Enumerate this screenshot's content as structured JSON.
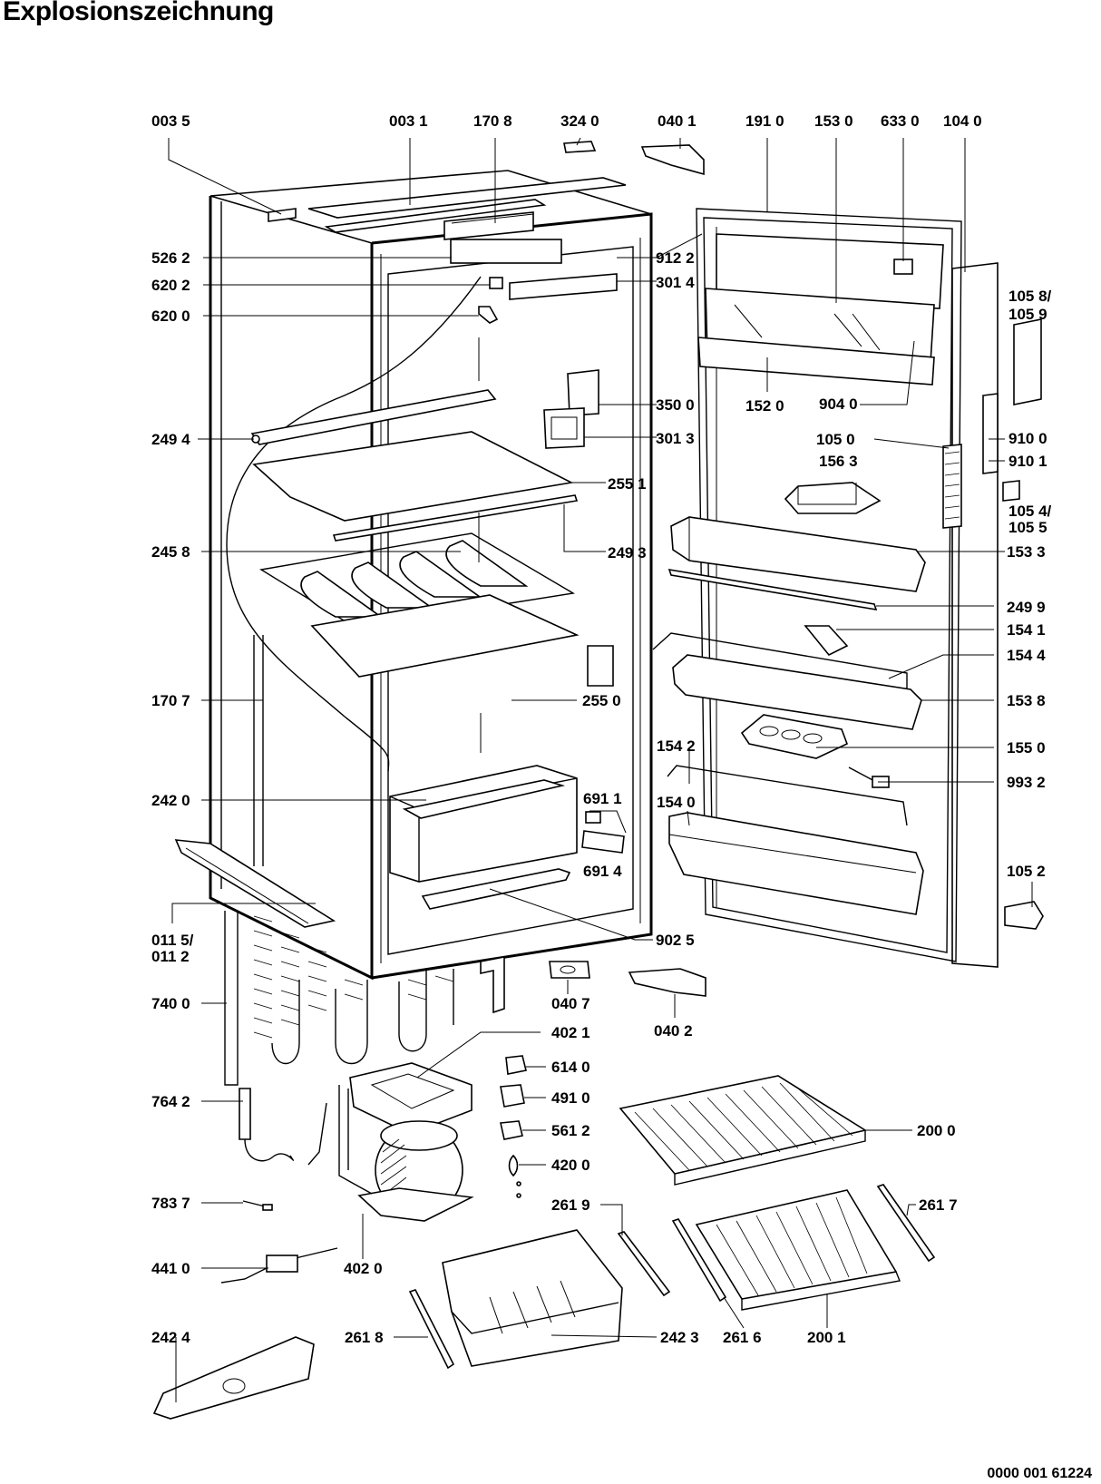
{
  "title": "Explosionszeichnung",
  "document_number": "0000 001 61224",
  "labels": [
    {
      "id": "0035",
      "text": "003 5"
    },
    {
      "id": "0031",
      "text": "003 1"
    },
    {
      "id": "1708",
      "text": "170 8"
    },
    {
      "id": "3240",
      "text": "324 0"
    },
    {
      "id": "0401",
      "text": "040 1"
    },
    {
      "id": "1910",
      "text": "191 0"
    },
    {
      "id": "1530",
      "text": "153 0"
    },
    {
      "id": "6330",
      "text": "633 0"
    },
    {
      "id": "1040",
      "text": "104 0"
    },
    {
      "id": "5262",
      "text": "526 2"
    },
    {
      "id": "9122",
      "text": "912 2"
    },
    {
      "id": "6202",
      "text": "620 2"
    },
    {
      "id": "3014",
      "text": "301 4"
    },
    {
      "id": "6200",
      "text": "620 0"
    },
    {
      "id": "1058",
      "text": "105 8/"
    },
    {
      "id": "1059",
      "text": "105 9"
    },
    {
      "id": "3500",
      "text": "350 0"
    },
    {
      "id": "1520",
      "text": "152 0"
    },
    {
      "id": "9040",
      "text": "904 0"
    },
    {
      "id": "2494",
      "text": "249 4"
    },
    {
      "id": "3013",
      "text": "301 3"
    },
    {
      "id": "1050",
      "text": "105 0"
    },
    {
      "id": "9100",
      "text": "910 0"
    },
    {
      "id": "9101",
      "text": "910 1"
    },
    {
      "id": "1563",
      "text": "156 3"
    },
    {
      "id": "2551",
      "text": "255 1"
    },
    {
      "id": "1054",
      "text": "105 4/"
    },
    {
      "id": "1055",
      "text": "105 5"
    },
    {
      "id": "2458",
      "text": "245 8"
    },
    {
      "id": "2493",
      "text": "249 3"
    },
    {
      "id": "1533",
      "text": "153 3"
    },
    {
      "id": "2499",
      "text": "249 9"
    },
    {
      "id": "1541",
      "text": "154 1"
    },
    {
      "id": "1544",
      "text": "154 4"
    },
    {
      "id": "1707",
      "text": "170 7"
    },
    {
      "id": "2550",
      "text": "255 0"
    },
    {
      "id": "1538",
      "text": "153 8"
    },
    {
      "id": "1542",
      "text": "154 2"
    },
    {
      "id": "1550",
      "text": "155 0"
    },
    {
      "id": "2420",
      "text": "242 0"
    },
    {
      "id": "6911",
      "text": "691 1"
    },
    {
      "id": "9932",
      "text": "993 2"
    },
    {
      "id": "1540",
      "text": "154 0"
    },
    {
      "id": "6914",
      "text": "691 4"
    },
    {
      "id": "1052",
      "text": "105 2"
    },
    {
      "id": "0115",
      "text": "011 5/"
    },
    {
      "id": "0112",
      "text": "011 2"
    },
    {
      "id": "9025",
      "text": "902 5"
    },
    {
      "id": "7400",
      "text": "740 0"
    },
    {
      "id": "0407",
      "text": "040 7"
    },
    {
      "id": "0402",
      "text": "040 2"
    },
    {
      "id": "4021",
      "text": "402 1"
    },
    {
      "id": "6140",
      "text": "614 0"
    },
    {
      "id": "7642",
      "text": "764 2"
    },
    {
      "id": "4910",
      "text": "491 0"
    },
    {
      "id": "5612",
      "text": "561 2"
    },
    {
      "id": "2000",
      "text": "200 0"
    },
    {
      "id": "4200",
      "text": "420 0"
    },
    {
      "id": "7837",
      "text": "783 7"
    },
    {
      "id": "2619",
      "text": "261 9"
    },
    {
      "id": "2617",
      "text": "261 7"
    },
    {
      "id": "4410",
      "text": "441 0"
    },
    {
      "id": "4020",
      "text": "402 0"
    },
    {
      "id": "2424",
      "text": "242 4"
    },
    {
      "id": "2618",
      "text": "261 8"
    },
    {
      "id": "2423",
      "text": "242 3"
    },
    {
      "id": "2616",
      "text": "261 6"
    },
    {
      "id": "2001",
      "text": "200 1"
    }
  ]
}
